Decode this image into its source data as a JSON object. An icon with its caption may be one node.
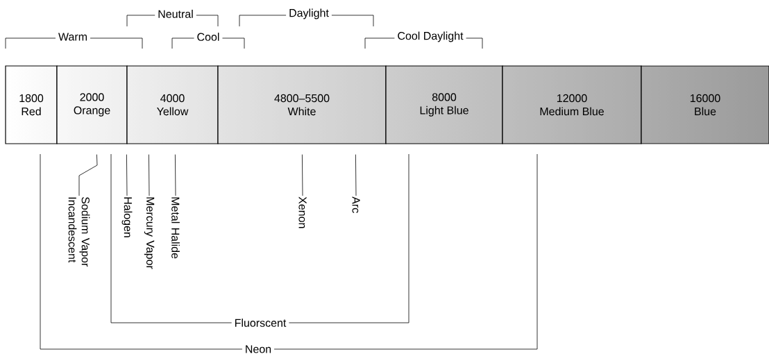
{
  "diagram": {
    "nodes": [
      {
        "text": [
          "1800",
          "Red"
        ]
      },
      {
        "text": [
          "2000",
          "Orange"
        ]
      },
      {
        "text": [
          "4000",
          "Yellow"
        ]
      },
      {
        "text": [
          "4800–5500",
          "White"
        ]
      },
      {
        "text": [
          "8000",
          "Light Blue"
        ]
      },
      {
        "text": [
          "12000",
          "Medium Blue"
        ]
      },
      {
        "text": [
          "16000",
          "Blue"
        ]
      },
      {
        "text": [
          "Sodium Vapor Incandescent"
        ]
      },
      {
        "text": [
          "Halogen"
        ]
      },
      {
        "text": [
          "Mercury Vapor"
        ]
      },
      {
        "text": [
          "Metal Halide"
        ]
      },
      {
        "text": [
          "Xenon"
        ]
      },
      {
        "text": [
          "Arc"
        ]
      }
    ],
    "edges": [
      {
        "from": 7,
        "to": 1,
        "arrow": "none"
      },
      {
        "from": 8,
        "to": 2,
        "arrow": "none"
      },
      {
        "from": 9,
        "to": 2,
        "arrow": "none"
      },
      {
        "from": 10,
        "to": 2,
        "arrow": "none"
      },
      {
        "from": 11,
        "to": 3,
        "arrow": "none"
      },
      {
        "from": 12,
        "to": 3,
        "arrow": "none"
      }
    ],
    "labels": [
      "Neutral",
      "Daylight",
      "Warm",
      "Cool",
      "Cool Daylight",
      "Fluorscent",
      "Neon"
    ]
  }
}
